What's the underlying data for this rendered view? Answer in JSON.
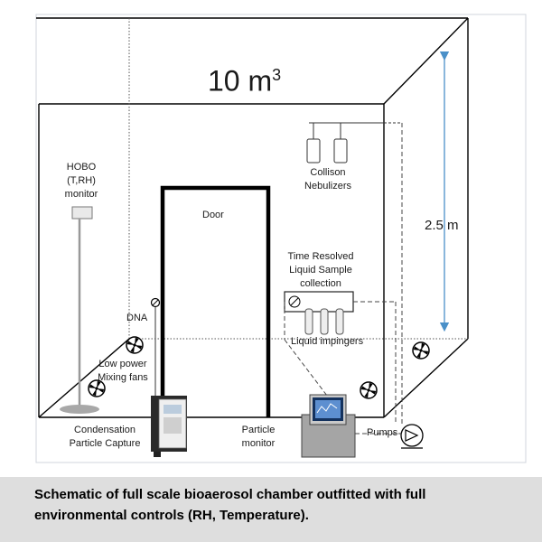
{
  "diagram": {
    "volume": {
      "value": "10 m",
      "exponent": "3"
    },
    "height_label": "2.5 m",
    "labels": {
      "hobo": [
        "HOBO",
        "(T,RH)",
        "monitor"
      ],
      "door": "Door",
      "collison": [
        "Collison",
        "Nebulizers"
      ],
      "time_resolved": [
        "Time Resolved",
        "Liquid Sample",
        "collection"
      ],
      "dna": "DNA",
      "liquid_impingers": "Liquid impingers",
      "mixing_fans": [
        "Low power",
        "Mixing fans"
      ],
      "condensation": [
        "Condensation",
        "Particle Capture"
      ],
      "particle_monitor": [
        "Particle",
        "monitor"
      ],
      "pumps": "Pumps"
    }
  },
  "caption": "Schematic of full scale bioaerosol chamber outfitted with full environmental controls (RH, Temperature)."
}
